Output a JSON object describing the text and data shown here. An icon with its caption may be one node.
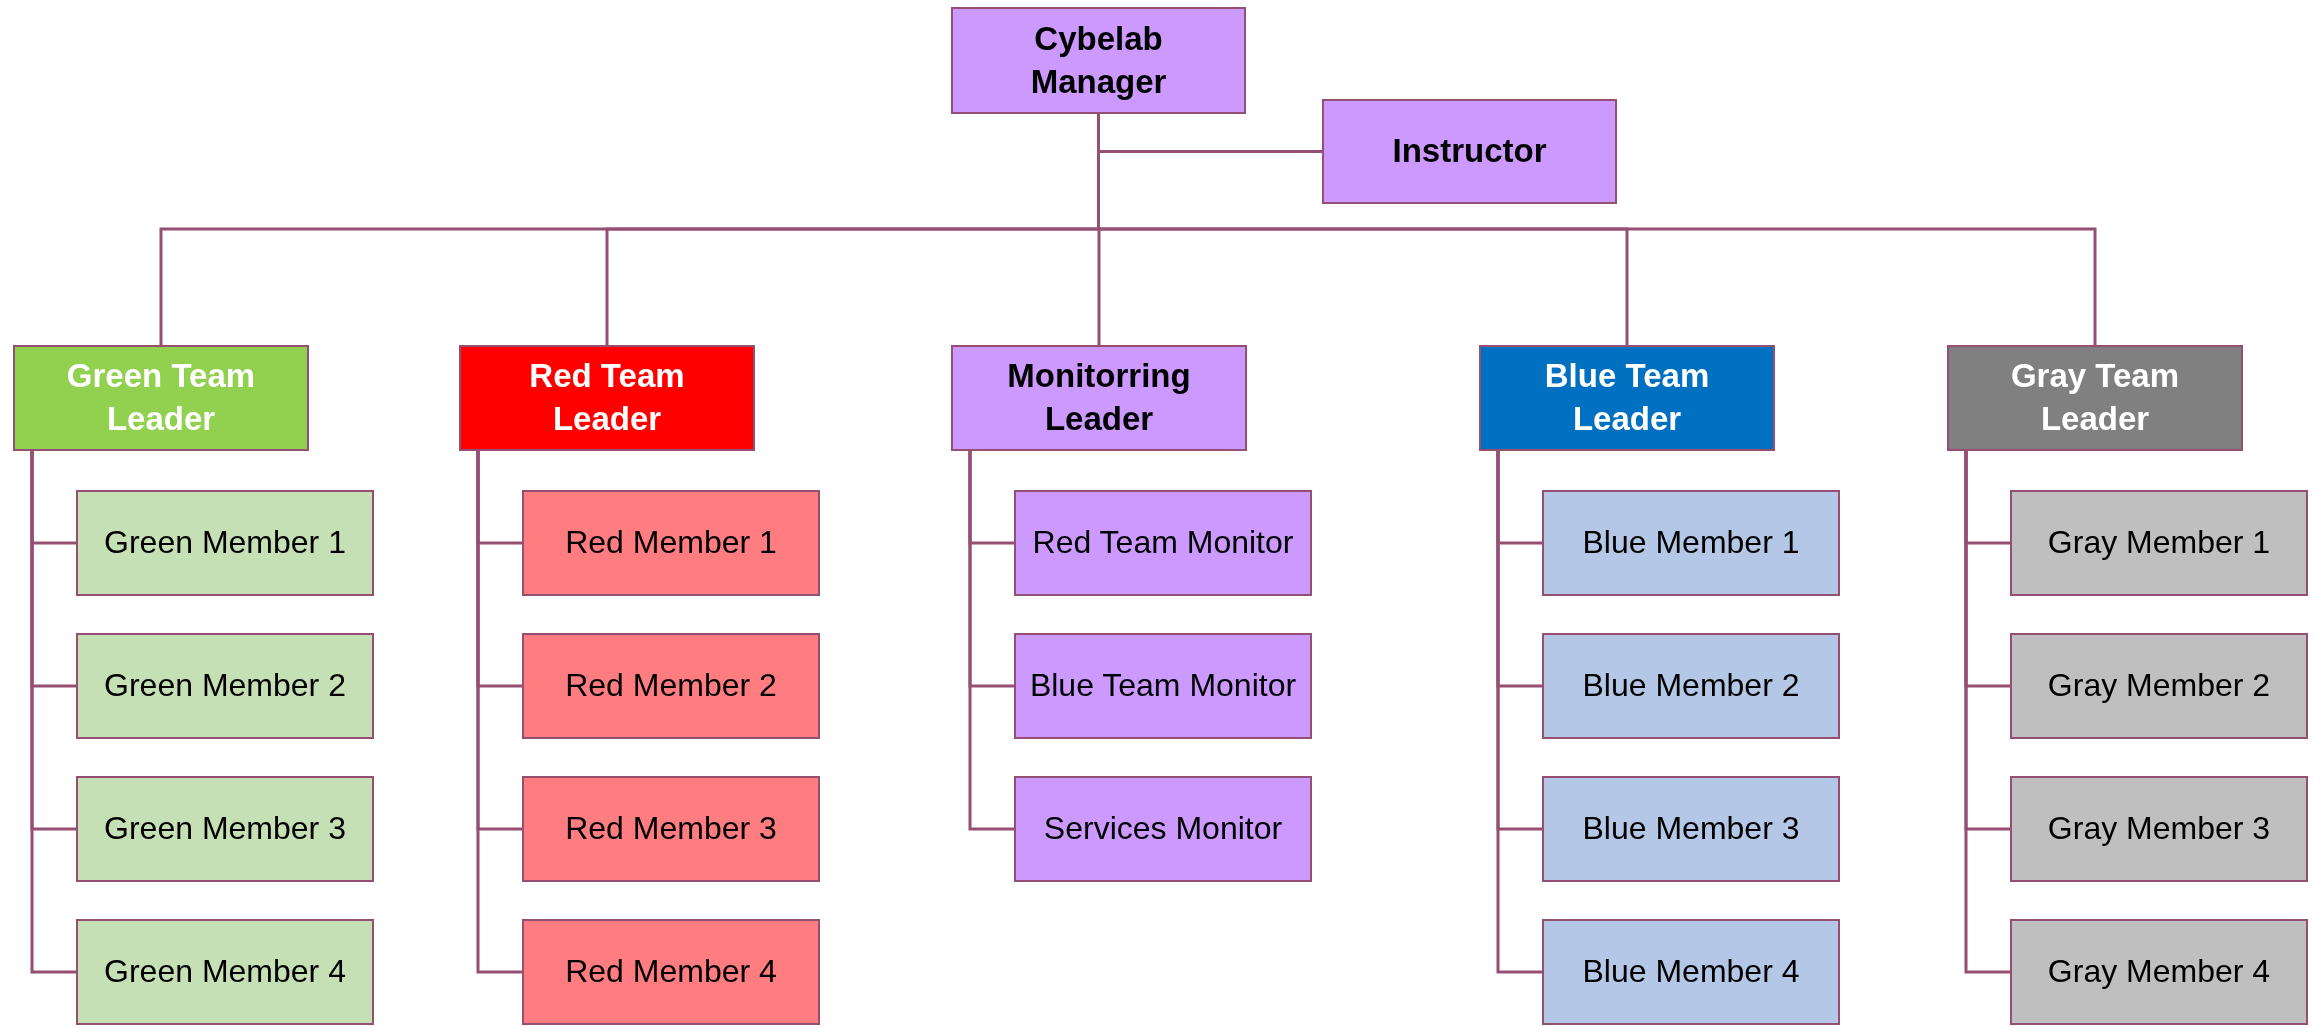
{
  "diagram": {
    "nodes": [
      {
        "text": [
          "Cybelab Manager"
        ]
      },
      {
        "text": [
          "Instructor"
        ]
      },
      {
        "text": [
          "Green Team Leader"
        ]
      },
      {
        "text": [
          "Green Member 1"
        ]
      },
      {
        "text": [
          "Green Member 2"
        ]
      },
      {
        "text": [
          "Green Member 3"
        ]
      },
      {
        "text": [
          "Green Member 4"
        ]
      },
      {
        "text": [
          "Red Team Leader"
        ]
      },
      {
        "text": [
          "Red Member 1"
        ]
      },
      {
        "text": [
          "Red Member 2"
        ]
      },
      {
        "text": [
          "Red Member 3"
        ]
      },
      {
        "text": [
          "Red Member 4"
        ]
      },
      {
        "text": [
          "Monitorring Leader"
        ]
      },
      {
        "text": [
          "Red Team Monitor"
        ]
      },
      {
        "text": [
          "Blue Team Monitor"
        ]
      },
      {
        "text": [
          "Services Monitor"
        ]
      },
      {
        "text": [
          "Blue Team Leader"
        ]
      },
      {
        "text": [
          "Blue Member 1"
        ]
      },
      {
        "text": [
          "Blue Member 2"
        ]
      },
      {
        "text": [
          "Blue Member 3"
        ]
      },
      {
        "text": [
          "Blue Member 4"
        ]
      },
      {
        "text": [
          "Gray Team Leader"
        ]
      },
      {
        "text": [
          "Gray Member 1"
        ]
      },
      {
        "text": [
          "Gray Member 2"
        ]
      },
      {
        "text": [
          "Gray Member 3"
        ]
      },
      {
        "text": [
          "Gray Member 4"
        ]
      }
    ],
    "edges": [
      {
        "from": 0,
        "to": 1,
        "arrow": "none"
      },
      {
        "from": 0,
        "to": 2,
        "arrow": "none"
      },
      {
        "from": 0,
        "to": 7,
        "arrow": "none"
      },
      {
        "from": 0,
        "to": 12,
        "arrow": "none"
      },
      {
        "from": 0,
        "to": 16,
        "arrow": "none"
      },
      {
        "from": 0,
        "to": 21,
        "arrow": "none"
      },
      {
        "from": 2,
        "to": 3,
        "arrow": "none"
      },
      {
        "from": 2,
        "to": 4,
        "arrow": "none"
      },
      {
        "from": 2,
        "to": 5,
        "arrow": "none"
      },
      {
        "from": 2,
        "to": 6,
        "arrow": "none"
      },
      {
        "from": 7,
        "to": 8,
        "arrow": "none"
      },
      {
        "from": 7,
        "to": 9,
        "arrow": "none"
      },
      {
        "from": 7,
        "to": 10,
        "arrow": "none"
      },
      {
        "from": 7,
        "to": 11,
        "arrow": "none"
      },
      {
        "from": 12,
        "to": 13,
        "arrow": "none"
      },
      {
        "from": 12,
        "to": 14,
        "arrow": "none"
      },
      {
        "from": 12,
        "to": 15,
        "arrow": "none"
      },
      {
        "from": 16,
        "to": 17,
        "arrow": "none"
      },
      {
        "from": 16,
        "to": 18,
        "arrow": "none"
      },
      {
        "from": 16,
        "to": 19,
        "arrow": "none"
      },
      {
        "from": 16,
        "to": 20,
        "arrow": "none"
      },
      {
        "from": 21,
        "to": 22,
        "arrow": "none"
      },
      {
        "from": 21,
        "to": 23,
        "arrow": "none"
      },
      {
        "from": 21,
        "to": 24,
        "arrow": "none"
      },
      {
        "from": 21,
        "to": 25,
        "arrow": "none"
      }
    ]
  }
}
